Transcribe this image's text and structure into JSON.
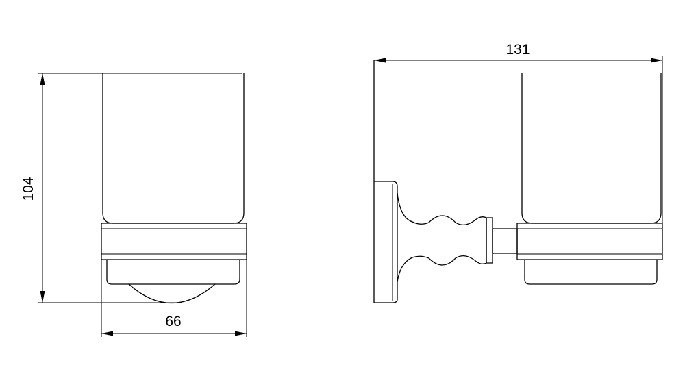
{
  "diagram": {
    "front_view": {
      "height_dimension": "104",
      "width_dimension": "66"
    },
    "side_view": {
      "depth_dimension": "131"
    }
  },
  "colors": {
    "line": "#000000",
    "background": "#ffffff"
  }
}
